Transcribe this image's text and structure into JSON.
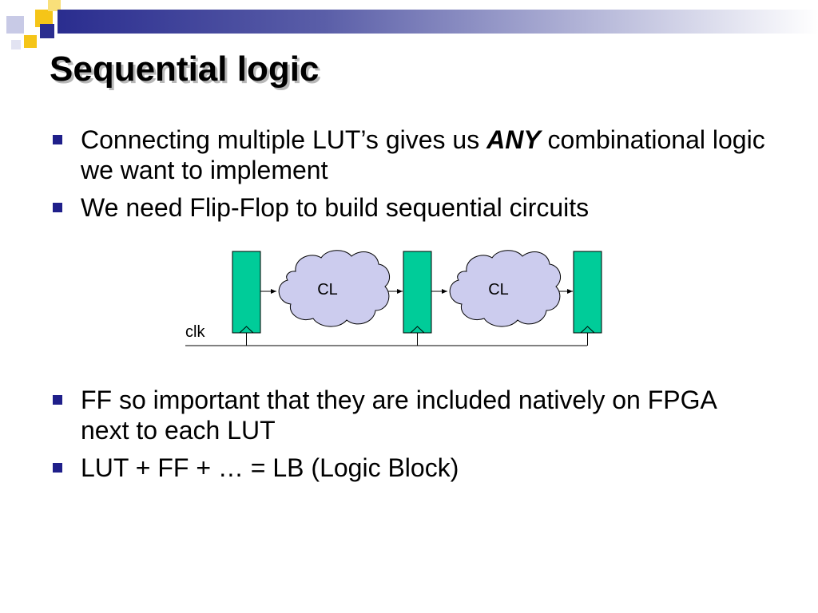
{
  "title": "Sequential logic",
  "bullets_top": [
    {
      "before": "Connecting multiple LUT’s gives us ",
      "emphasis": "ANY",
      "after": " combinational logic we want to implement"
    },
    {
      "text": "We need Flip-Flop to build sequential circuits"
    }
  ],
  "diagram": {
    "clock_label": "clk",
    "blocks": [
      {
        "kind": "flip-flop"
      },
      {
        "kind": "logic-cloud",
        "label": "CL"
      },
      {
        "kind": "flip-flop"
      },
      {
        "kind": "logic-cloud",
        "label": "CL"
      },
      {
        "kind": "flip-flop"
      }
    ],
    "colors": {
      "flip_flop_fill": "#00cc99",
      "cloud_fill": "#ccccee"
    }
  },
  "bullets_bottom": [
    {
      "text": "FF so important that they are included natively on FPGA next to each LUT"
    },
    {
      "text": "LUT + FF + … = LB (Logic Block)"
    }
  ],
  "colors": {
    "bullet": "#1f1f8a",
    "accent_yellow": "#f5c518",
    "accent_blue": "#2a2d8f",
    "accent_light": "#c8cae6"
  }
}
